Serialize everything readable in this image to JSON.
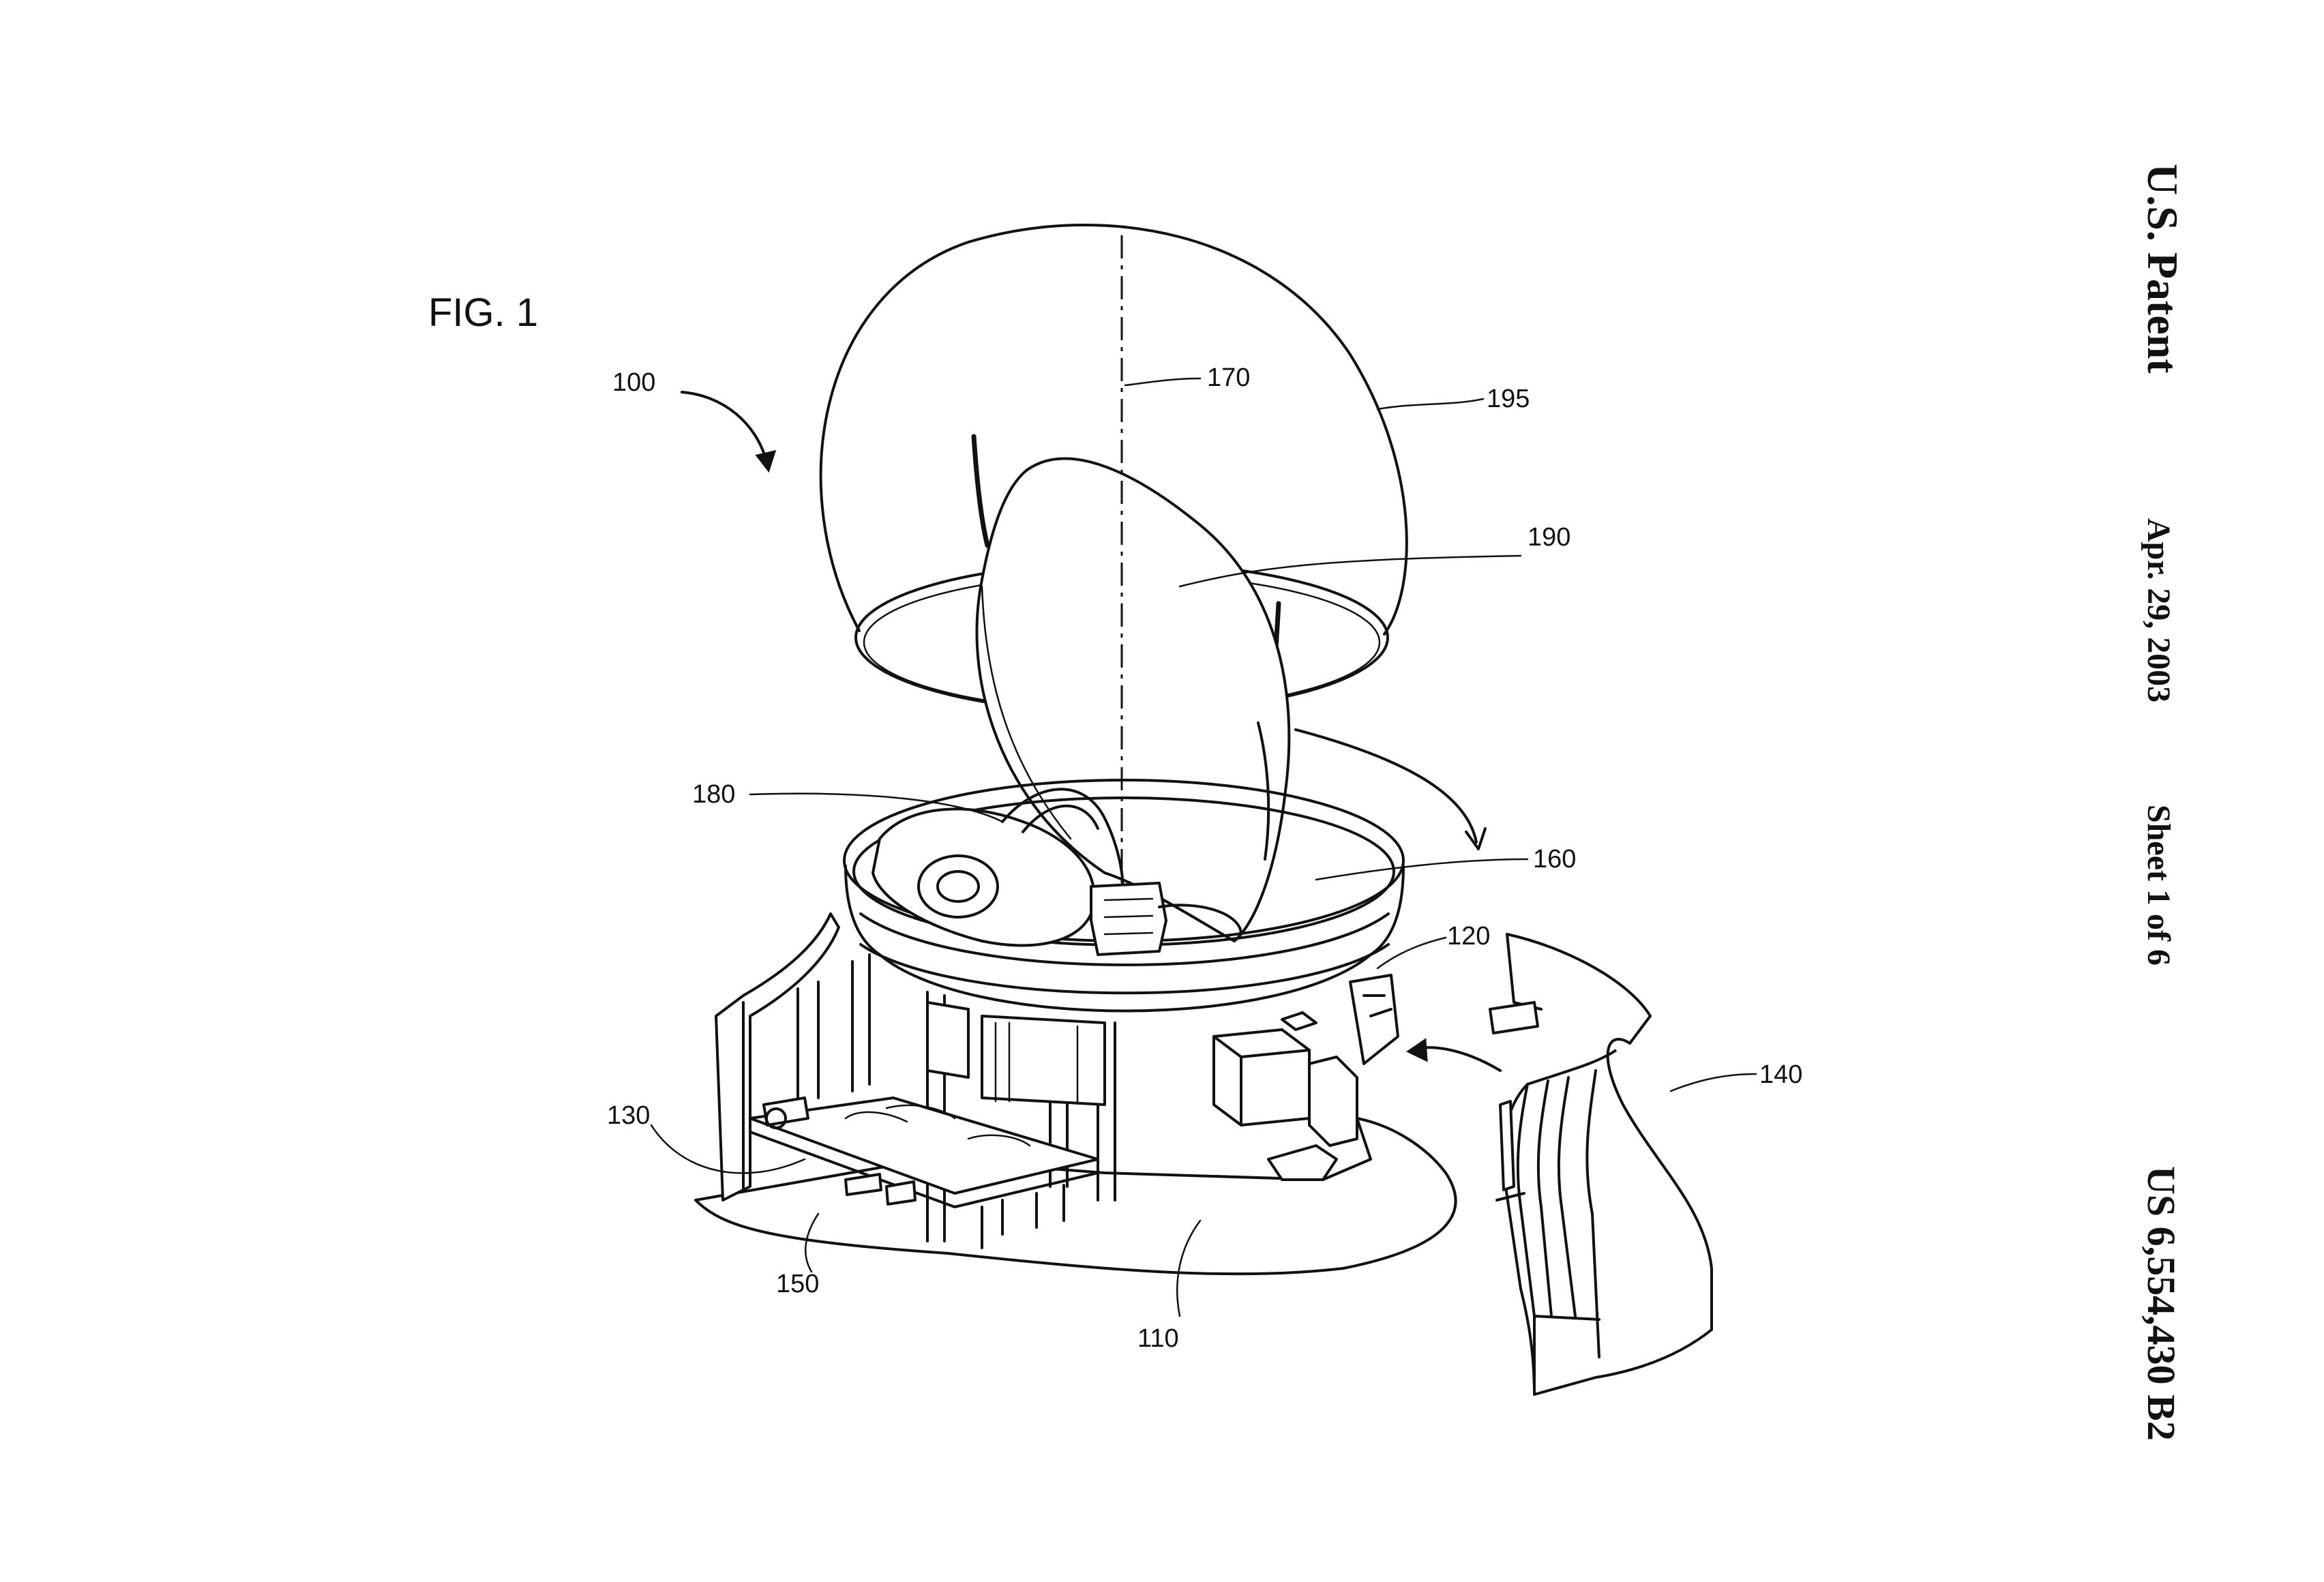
{
  "header": {
    "title": "U.S. Patent",
    "date": "Apr. 29, 2003",
    "sheet": "Sheet 1 of 6",
    "patent_number": "US 6,554,430 B2"
  },
  "figure": {
    "label": "FIG. 1",
    "reference_numerals": {
      "r100": "100",
      "r110": "110",
      "r120": "120",
      "r130": "130",
      "r140": "140",
      "r150": "150",
      "r160": "160",
      "r170": "170",
      "r180": "180",
      "r190": "190",
      "r195": "195"
    }
  }
}
